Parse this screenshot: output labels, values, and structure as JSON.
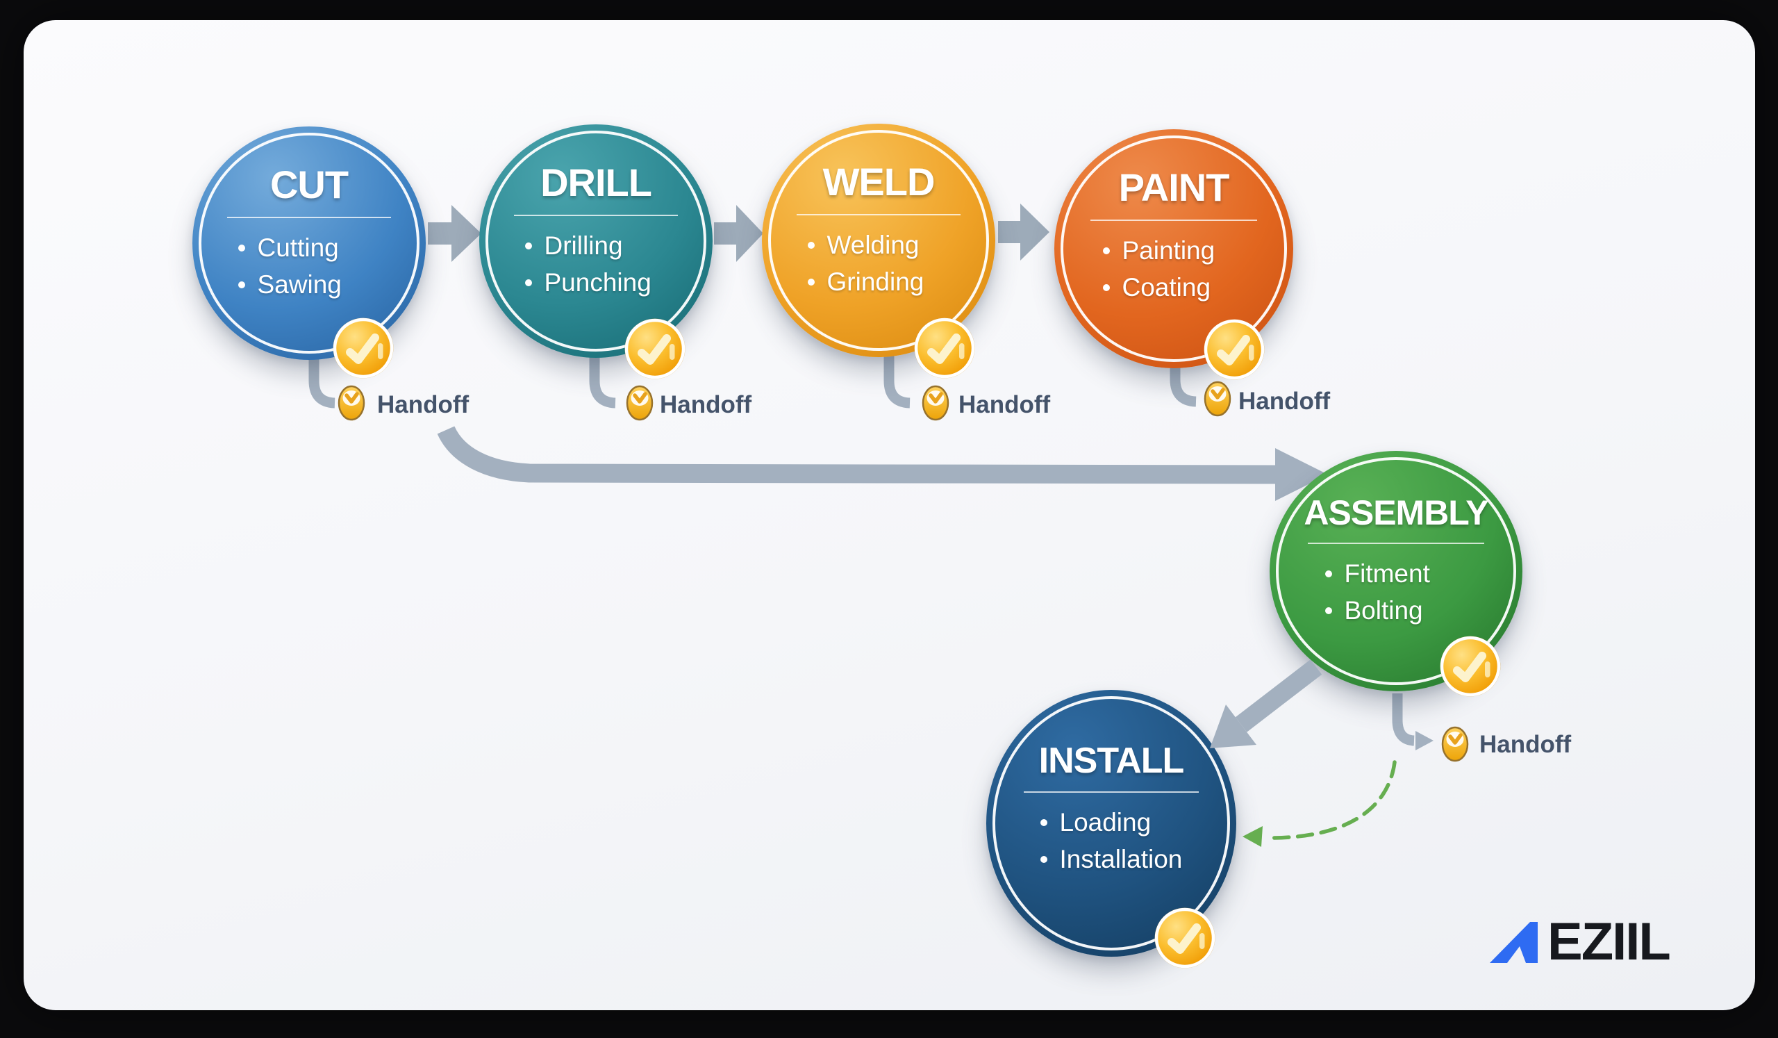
{
  "stages": [
    {
      "title": "CUT",
      "items": [
        "Cutting",
        "Sawing"
      ],
      "handoff_label": "Handoff",
      "color": "#3f83c4"
    },
    {
      "title": "DRILL",
      "items": [
        "Drilling",
        "Punching"
      ],
      "handoff_label": "Handoff",
      "color": "#2b8791"
    },
    {
      "title": "WELD",
      "items": [
        "Welding",
        "Grinding"
      ],
      "handoff_label": "Handoff",
      "color": "#efa227"
    },
    {
      "title": "PAINT",
      "items": [
        "Painting",
        "Coating"
      ],
      "handoff_label": "Handoff",
      "color": "#e2661f"
    },
    {
      "title": "ASSEMBLY",
      "items": [
        "Fitment",
        "Bolting"
      ],
      "handoff_label": "Handoff",
      "color": "#3c9a42"
    },
    {
      "title": "INSTALL",
      "items": [
        "Loading",
        "Installation"
      ],
      "color": "#1f527f"
    }
  ],
  "icons": {
    "stage_badge": "checkmark-badge",
    "handoff_badge": "chevron-check-badge",
    "badge_color": "#fbbe2e",
    "arrow_color": "#a3b0bf",
    "dashed_return_color": "#66ae50"
  },
  "handoff_text_color": "#44536a",
  "logo": {
    "text": "EZIIL",
    "glyph": "blue-triangle",
    "accent_color": "#2e6bf2",
    "text_color": "#17191e"
  }
}
